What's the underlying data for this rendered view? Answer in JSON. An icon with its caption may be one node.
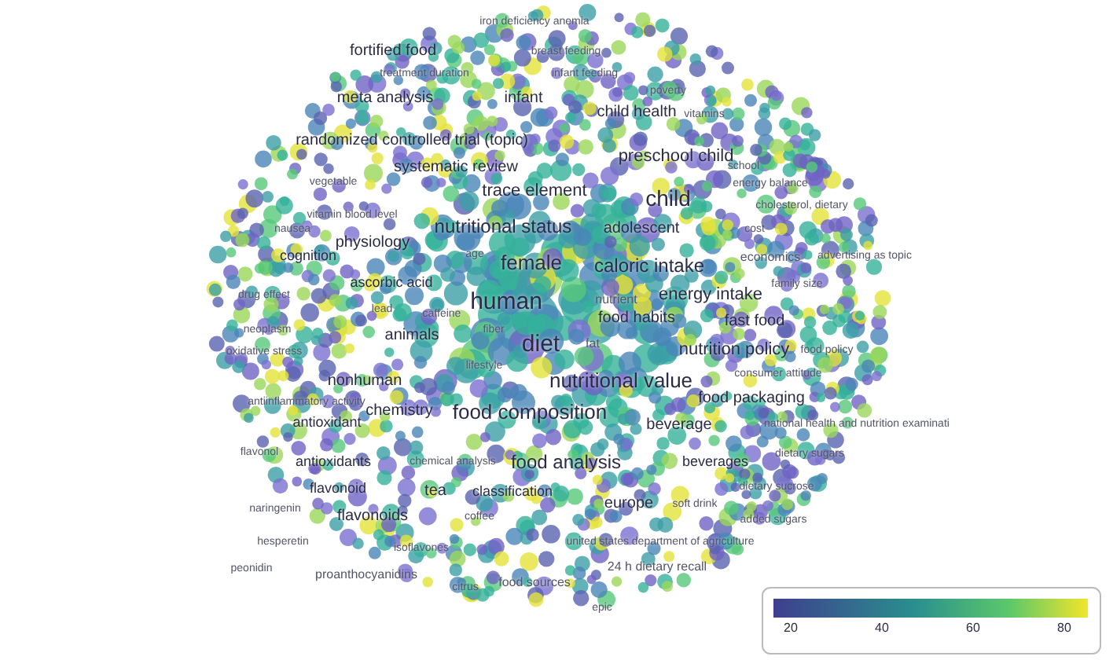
{
  "diagram": {
    "labels": [
      "iron deficiency anemia",
      "fortified food",
      "breast feeding",
      "treatment duration",
      "infant feeding",
      "poverty",
      "meta analysis",
      "infant",
      "child health",
      "vitamins",
      "randomized controlled trial (topic)",
      "preschool child",
      "systematic review",
      "school",
      "vegetable",
      "trace element",
      "energy balance",
      "child",
      "cholesterol, dietary",
      "vitamin blood level",
      "nausea",
      "nutritional status",
      "adolescent",
      "cost",
      "physiology",
      "age",
      "cognition",
      "female",
      "caloric intake",
      "economics",
      "advertising as topic",
      "ascorbic acid",
      "family size",
      "drug effect",
      "human",
      "nutrient",
      "energy intake",
      "lead",
      "caffeine",
      "food habits",
      "fast food",
      "neoplasm",
      "animals",
      "fiber",
      "diet",
      "fat",
      "oxidative stress",
      "nutrition policy",
      "food policy",
      "lifestyle",
      "nonhuman",
      "nutritional value",
      "consumer attitude",
      "antiinflammatory activity",
      "chemistry",
      "food composition",
      "food packaging",
      "antioxidant",
      "beverage",
      "national health and nutrition examinati",
      "flavonol",
      "antioxidants",
      "chemical analysis",
      "food analysis",
      "beverages",
      "dietary sugars",
      "flavonoid",
      "tea",
      "classification",
      "europe",
      "dietary sucrose",
      "naringenin",
      "flavonoids",
      "coffee",
      "soft drink",
      "added sugars",
      "hesperetin",
      "isoflavones",
      "united states department of agriculture",
      "peonidin",
      "proanthocyanidins",
      "24 h dietary recall",
      "citrus",
      "food sources",
      "epic",
      "20",
      "40",
      "60",
      "80"
    ]
  }
}
